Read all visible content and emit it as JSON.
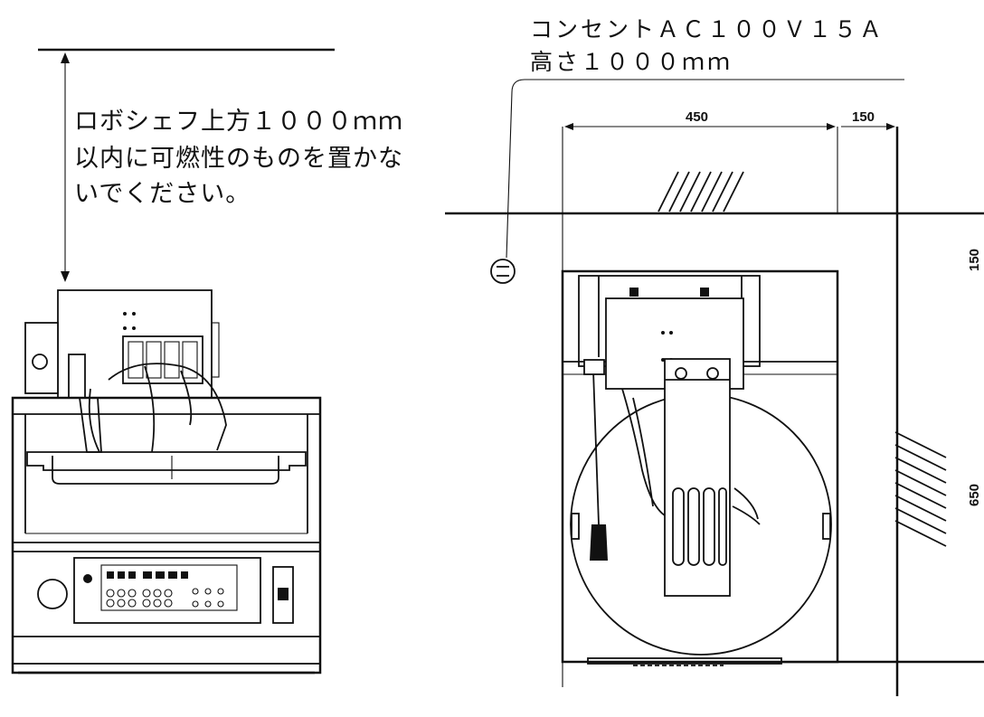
{
  "outlet_note": {
    "line1": "コンセントＡＣ１００Ｖ１５Ａ",
    "line2": "高さ１０００ｍｍ"
  },
  "clearance_note": {
    "line1": "ロボシェフ上方１０００ｍｍ",
    "line2": "以内に可燃性のものを置かな",
    "line3": "いでください。"
  },
  "outlet_symbol": "㊁",
  "dimensions": {
    "top_width": "450",
    "top_right": "150",
    "side_upper": "150",
    "side_lower": "650"
  },
  "icons": [
    "robot-chef-front-view",
    "robot-chef-top-view",
    "outlet-symbol",
    "hatch-wall"
  ]
}
